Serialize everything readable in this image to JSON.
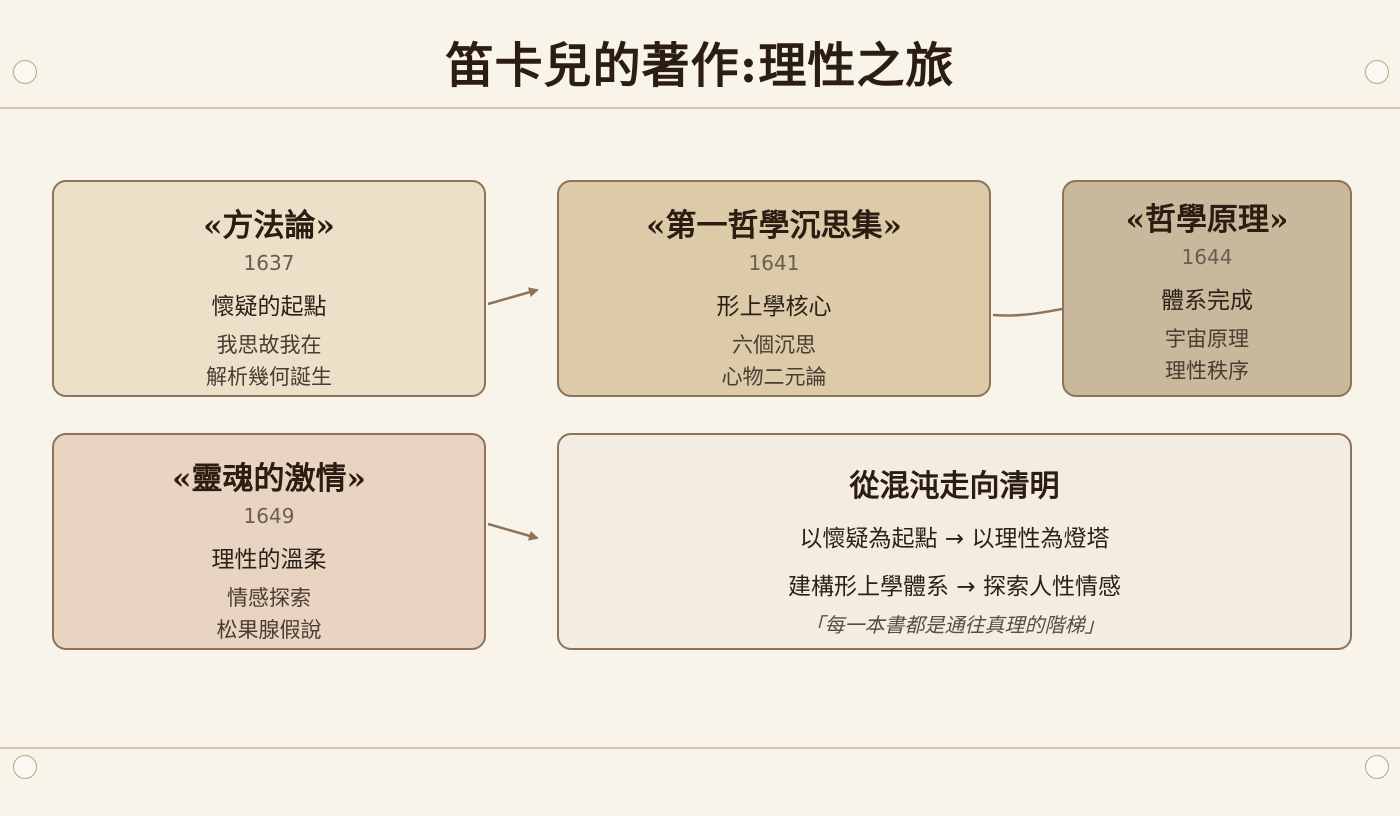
{
  "title": "笛卡兒的著作:理性之旅",
  "cards": [
    {
      "title": "«方法論»",
      "year": "1637",
      "theme": "懷疑的起點",
      "points": [
        "我思故我在",
        "解析幾何誕生"
      ]
    },
    {
      "title": "«第一哲學沉思集»",
      "year": "1641",
      "theme": "形上學核心",
      "points": [
        "六個沉思",
        "心物二元論"
      ]
    },
    {
      "title": "«哲學原理»",
      "year": "1644",
      "theme": "體系完成",
      "points": [
        "宇宙原理",
        "理性秩序"
      ]
    },
    {
      "title": "«靈魂的激情»",
      "year": "1649",
      "theme": "理性的溫柔",
      "points": [
        "情感探索",
        "松果腺假說"
      ]
    }
  ],
  "summary": {
    "title": "從混沌走向清明",
    "line1": "以懷疑為起點 → 以理性為燈塔",
    "line2": "建構形上學體系 → 探索人性情感",
    "quote": "「每一本書都是通往真理的階梯」"
  },
  "colors": {
    "background": "#f8f4ea",
    "card1": "#ede0c9",
    "card2": "#dccaa9",
    "card3": "#c9b89b",
    "card4": "#e9d4c2",
    "summary": "#f4ebe1",
    "border": "#8d7358"
  }
}
